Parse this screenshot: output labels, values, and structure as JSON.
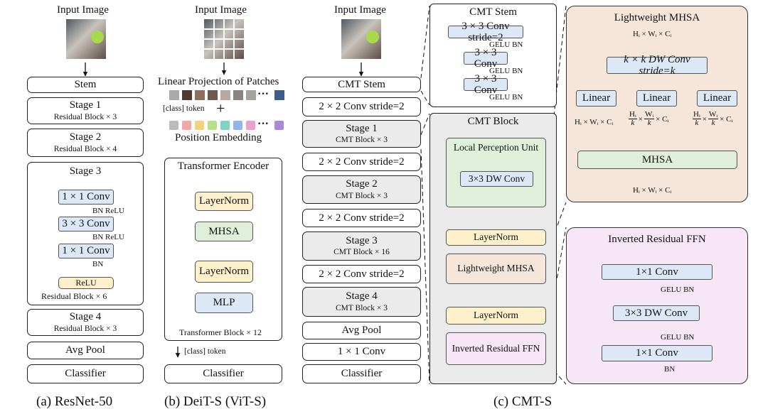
{
  "input_image": "Input Image",
  "resnet": {
    "stem": "Stem",
    "stage1": "Stage 1",
    "stage1_sub": "Residual Block × 3",
    "stage2": "Stage 2",
    "stage2_sub": "Residual Block × 4",
    "stage3": "Stage 3",
    "conv1": "1 × 1 Conv",
    "bnrelu": "BN ReLU",
    "conv3": "3 × 3 Conv",
    "conv1b": "1 × 1 Conv",
    "bn": "BN",
    "relu": "ReLU",
    "block_count": "Residual Block × 6",
    "stage4": "Stage 4",
    "stage4_sub": "Residual Block × 3",
    "avgpool": "Avg Pool",
    "classifier": "Classifier"
  },
  "deit": {
    "linear_proj": "Linear Projection of Patches",
    "class_token": "[class] token",
    "plus": "+",
    "dots": "···",
    "pos_embed": "Position Embedding",
    "encoder": "Transformer Encoder",
    "layernorm": "LayerNorm",
    "mhsa": "MHSA",
    "mlp": "MLP",
    "block_count": "Transformer Block × 12",
    "class_token_out": "[class] token",
    "classifier": "Classifier"
  },
  "cmt": {
    "stem": "CMT Stem",
    "conv2": "2 × 2 Conv stride=2",
    "stage1": "Stage 1",
    "stage1_sub": "CMT Block × 3",
    "stage2": "Stage 2",
    "stage2_sub": "CMT Block × 3",
    "stage3": "Stage 3",
    "stage3_sub": "CMT Block × 16",
    "stage4": "Stage 4",
    "stage4_sub": "CMT Block × 3",
    "avgpool": "Avg Pool",
    "conv1": "1 × 1 Conv",
    "classifier": "Classifier"
  },
  "cmt_stem_detail": {
    "title": "CMT Stem",
    "conv_s2": "3 × 3 Conv stride=2",
    "conv": "3 × 3 Conv",
    "gelu_bn": "GELU BN"
  },
  "cmt_block_detail": {
    "title": "CMT Block",
    "lpu": "Local Perception Unit",
    "dwconv": "3×3 DW Conv",
    "layernorm": "LayerNorm",
    "lmhsa": "Lightweight MHSA",
    "irffn": "Inverted Residual FFN"
  },
  "lmhsa_detail": {
    "title": "Lightweight MHSA",
    "dims_in": "Hᵢ × Wᵢ × Cᵢ",
    "dwconv_k": "k × k DW Conv stride=k",
    "linear": "Linear",
    "dims_q": "Hᵢ × Wᵢ × Cᵢ",
    "H": "Hᵢ",
    "W": "Wᵢ",
    "k": "k",
    "C": "× Cᵢ",
    "x": "×",
    "mhsa": "MHSA",
    "dims_out": "Hᵢ × Wᵢ × Cᵢ"
  },
  "irffn_detail": {
    "title": "Inverted Residual FFN",
    "conv1": "1×1 Conv",
    "gelu_bn": "GELU BN",
    "dwconv": "3×3 DW Conv",
    "bn": "BN"
  },
  "captions": {
    "a": "(a)  ResNet-50",
    "b": "(b)  DeiT-S (ViT-S)",
    "c": "(c) CMT-S"
  },
  "colors": {
    "blue": "#dce8f6",
    "yellow": "#fdf1cc",
    "green": "#e0efda",
    "pink": "#f7e6f5",
    "peach": "#f6e6da",
    "gray": "#ebebeb"
  }
}
